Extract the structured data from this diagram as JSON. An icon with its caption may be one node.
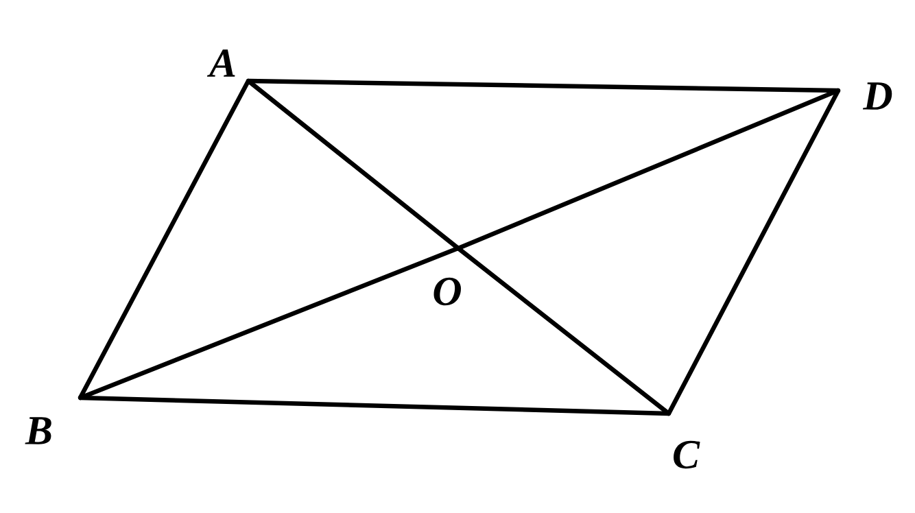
{
  "diagram": {
    "nodes": [
      {
        "text": [
          "A"
        ]
      },
      {
        "text": [
          "B"
        ]
      },
      {
        "text": [
          "C"
        ]
      },
      {
        "text": [
          "D"
        ]
      },
      {
        "text": [
          "O"
        ]
      }
    ],
    "edges": [
      {
        "from": 0,
        "to": 1,
        "arrow": "none"
      },
      {
        "from": 0,
        "to": 3,
        "arrow": "none"
      },
      {
        "from": 1,
        "to": 2,
        "arrow": "none"
      },
      {
        "from": 2,
        "to": 3,
        "arrow": "none"
      },
      {
        "from": 0,
        "to": 4,
        "arrow": "none"
      },
      {
        "from": 4,
        "to": 2,
        "arrow": "none"
      },
      {
        "from": 1,
        "to": 4,
        "arrow": "none"
      },
      {
        "from": 4,
        "to": 3,
        "arrow": "none"
      }
    ]
  }
}
